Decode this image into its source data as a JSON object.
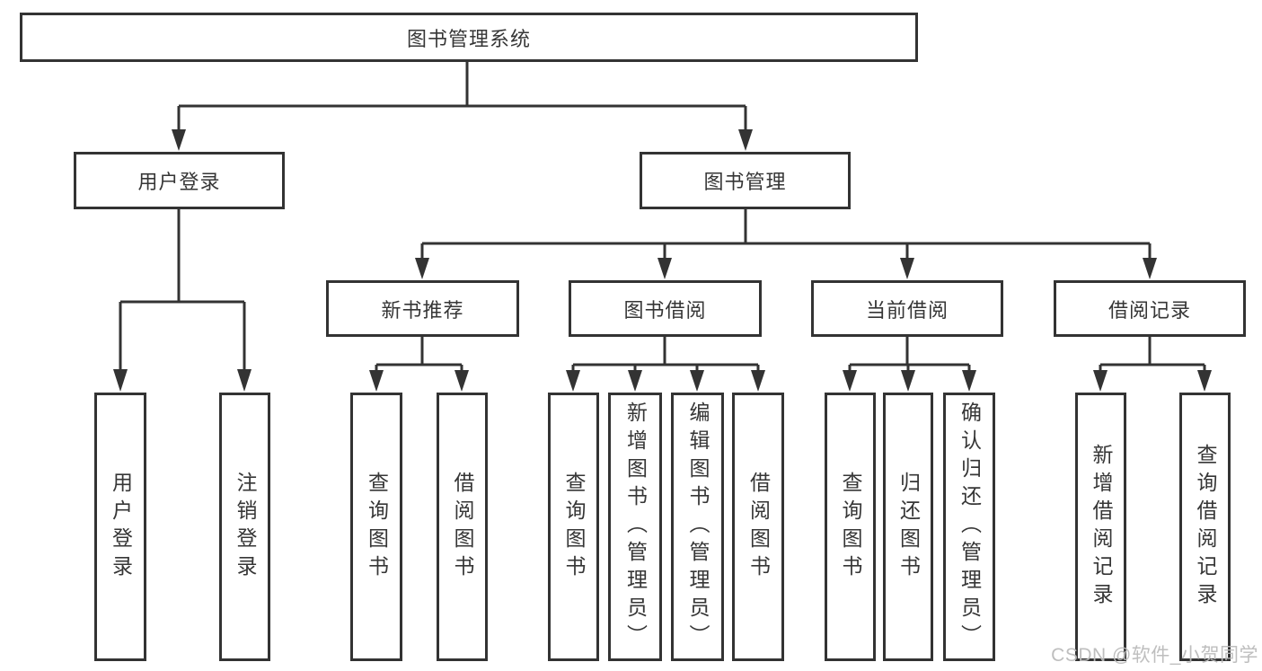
{
  "colors": {
    "line": "#333333",
    "border": "#333333",
    "text": "#363636",
    "box_background": "#ffffff",
    "watermark": "#bbbbbb"
  },
  "tree": {
    "root": {
      "label": "图书管理系统"
    },
    "branches": [
      {
        "label": "用户登录",
        "children": [
          {
            "label": "用户登录"
          },
          {
            "label": "注销登录"
          }
        ]
      },
      {
        "label": "图书管理",
        "children": [
          {
            "label": "新书推荐",
            "children": [
              {
                "label": "查询图书"
              },
              {
                "label": "借阅图书"
              }
            ]
          },
          {
            "label": "图书借阅",
            "children": [
              {
                "label": "查询图书"
              },
              {
                "label": "新增图书（管理员）"
              },
              {
                "label": "编辑图书（管理员）"
              },
              {
                "label": "借阅图书"
              }
            ]
          },
          {
            "label": "当前借阅",
            "children": [
              {
                "label": "查询图书"
              },
              {
                "label": "归还图书"
              },
              {
                "label": "确认归还（管理员）"
              }
            ]
          },
          {
            "label": "借阅记录",
            "children": [
              {
                "label": "新增借阅记录"
              },
              {
                "label": "查询借阅记录"
              }
            ]
          }
        ]
      }
    ]
  },
  "watermark": {
    "text": "CSDN @软件_小贺同学"
  }
}
